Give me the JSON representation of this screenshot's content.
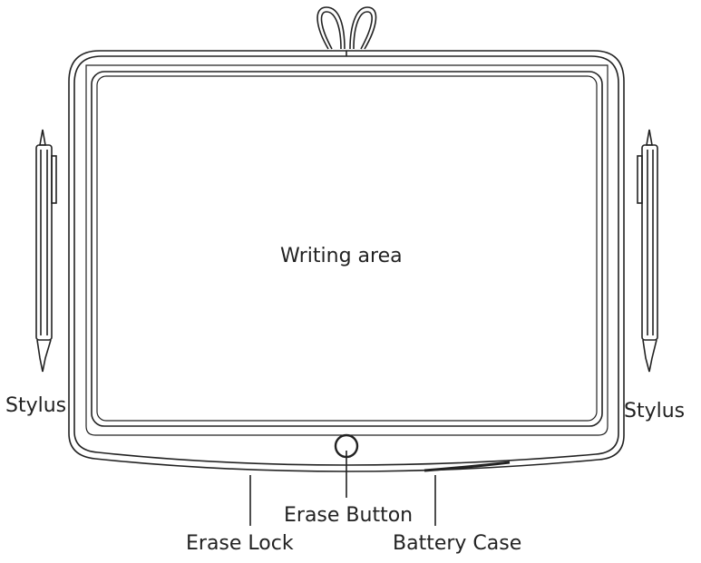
{
  "labels": {
    "writing_area": "Writing area",
    "stylus_left": "Stylus",
    "stylus_right": "Stylus",
    "erase_button": "Erase Button",
    "erase_lock": "Erase Lock",
    "battery_case": "Battery Case"
  },
  "colors": {
    "line": "#222222",
    "background": "#ffffff"
  }
}
